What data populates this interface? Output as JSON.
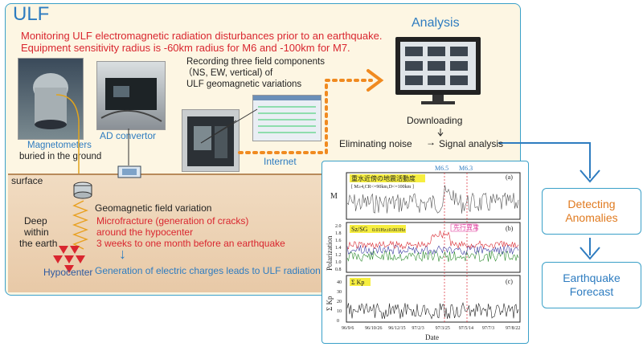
{
  "title": "ULF",
  "monitoring_line1": "Monitoring ULF electromagnetic radiation disturbances prior to an earthquake.",
  "monitoring_line2": "Equipment sensitivity radius is -60km radius for M6 and -100km for M7.",
  "magnetometers": "Magnetometers",
  "buried": "buried in the ground",
  "ad_convertor": "AD convertor",
  "recording_1": "Recording three field components",
  "recording_2": "（NS, EW, vertical) of",
  "recording_3": "ULF geomagnetic variations",
  "internet": "Internet",
  "analysis": "Analysis",
  "downloading": "Downloading",
  "eliminating": "Eliminating noise",
  "signal": "Signal analysis",
  "surface": "surface",
  "geo_variation": "Geomagnetic field variation",
  "deep_1": "Deep",
  "deep_2": "within",
  "deep_3": "the earth",
  "micro_1": "Microfracture (generation of cracks)",
  "micro_2": "around the hypocenter",
  "micro_3": "3 weeks to one month before an earthquake",
  "hypocenter": "Hypocenter",
  "electric": "Generation of electric charges leads to ULF radiation",
  "detecting_1": "Detecting",
  "detecting_2": "Anomalies",
  "forecast_1": "Earthquake",
  "forecast_2": "Forecast",
  "colors": {
    "accent_blue": "#2e7cc0",
    "red": "#d9262f",
    "orange": "#e07a1f",
    "dotted_orange": "#f08a20"
  },
  "chart_data": {
    "type": "line",
    "markers": [
      "M6.5",
      "M6.3"
    ],
    "panel_a": {
      "label": "(a)",
      "ylabel": "M",
      "legend": "重水近傍の地震活動度",
      "legend_sub": "[ M≥4,CR<=90km,D<=100km ]"
    },
    "panel_b": {
      "label": "(b)",
      "ylabel": "Polarization",
      "legend": "Sz/SG",
      "legend_sub": "0.01Hz±0.003Hz",
      "annotation": "先行異常",
      "yticks": [
        "0.8",
        "1.0",
        "1.2",
        "1.4",
        "1.6",
        "1.8",
        "2.0"
      ]
    },
    "panel_c": {
      "label": "(c)",
      "ylabel": "Σ Kp",
      "legend": "Σ Kp",
      "yticks": [
        "0",
        "10",
        "20",
        "30",
        "40"
      ]
    },
    "xlabel": "Date",
    "xticks": [
      "96/9/6",
      "96/10/26",
      "96/12/15",
      "97/2/3",
      "97/3/25",
      "97/5/14",
      "97/7/3",
      "97/8/22"
    ]
  }
}
